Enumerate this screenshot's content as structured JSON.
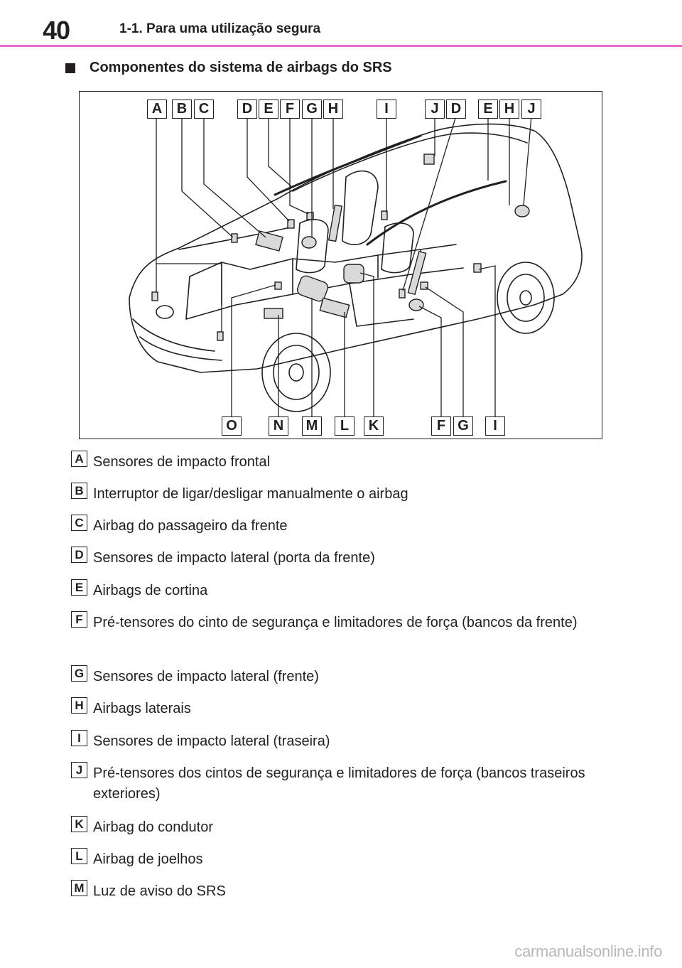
{
  "header": {
    "page_number": "40",
    "chapter_title": "1-1. Para uma utilização segura",
    "rule_color": "#e36fd6"
  },
  "section": {
    "bullet_icon": "square-bullet-icon",
    "heading": "Componentes do sistema de airbags do SRS"
  },
  "figure": {
    "top_callouts": [
      "A",
      "B",
      "C",
      "D",
      "E",
      "F",
      "G",
      "H",
      "I",
      "J",
      "D",
      "E",
      "H",
      "J"
    ],
    "bottom_callouts": [
      "O",
      "N",
      "M",
      "L",
      "K",
      "F",
      "G",
      "I"
    ]
  },
  "legend": [
    {
      "key": "A",
      "text": "Sensores de impacto frontal"
    },
    {
      "key": "B",
      "text": "Interruptor de ligar/desligar manualmente o airbag"
    },
    {
      "key": "C",
      "text": "Airbag do passageiro da frente"
    },
    {
      "key": "D",
      "text": "Sensores de impacto lateral (porta da frente)"
    },
    {
      "key": "E",
      "text": "Airbags de cortina"
    },
    {
      "key": "F",
      "text": "Pré-tensores do cinto de segurança e limitadores de força (bancos da frente)"
    },
    {
      "key": "G",
      "text": "Sensores de impacto lateral (frente)"
    },
    {
      "key": "H",
      "text": "Airbags laterais"
    },
    {
      "key": "I",
      "text": "Sensores de impacto lateral (traseira)"
    },
    {
      "key": "J",
      "text": "Pré-tensores dos cintos de segurança e limitadores de força (bancos traseiros exteriores)"
    },
    {
      "key": "K",
      "text": "Airbag do condutor"
    },
    {
      "key": "L",
      "text": "Airbag de joelhos"
    },
    {
      "key": "M",
      "text": "Luz de aviso do SRS"
    }
  ],
  "watermark": "carmanualsonline.info"
}
